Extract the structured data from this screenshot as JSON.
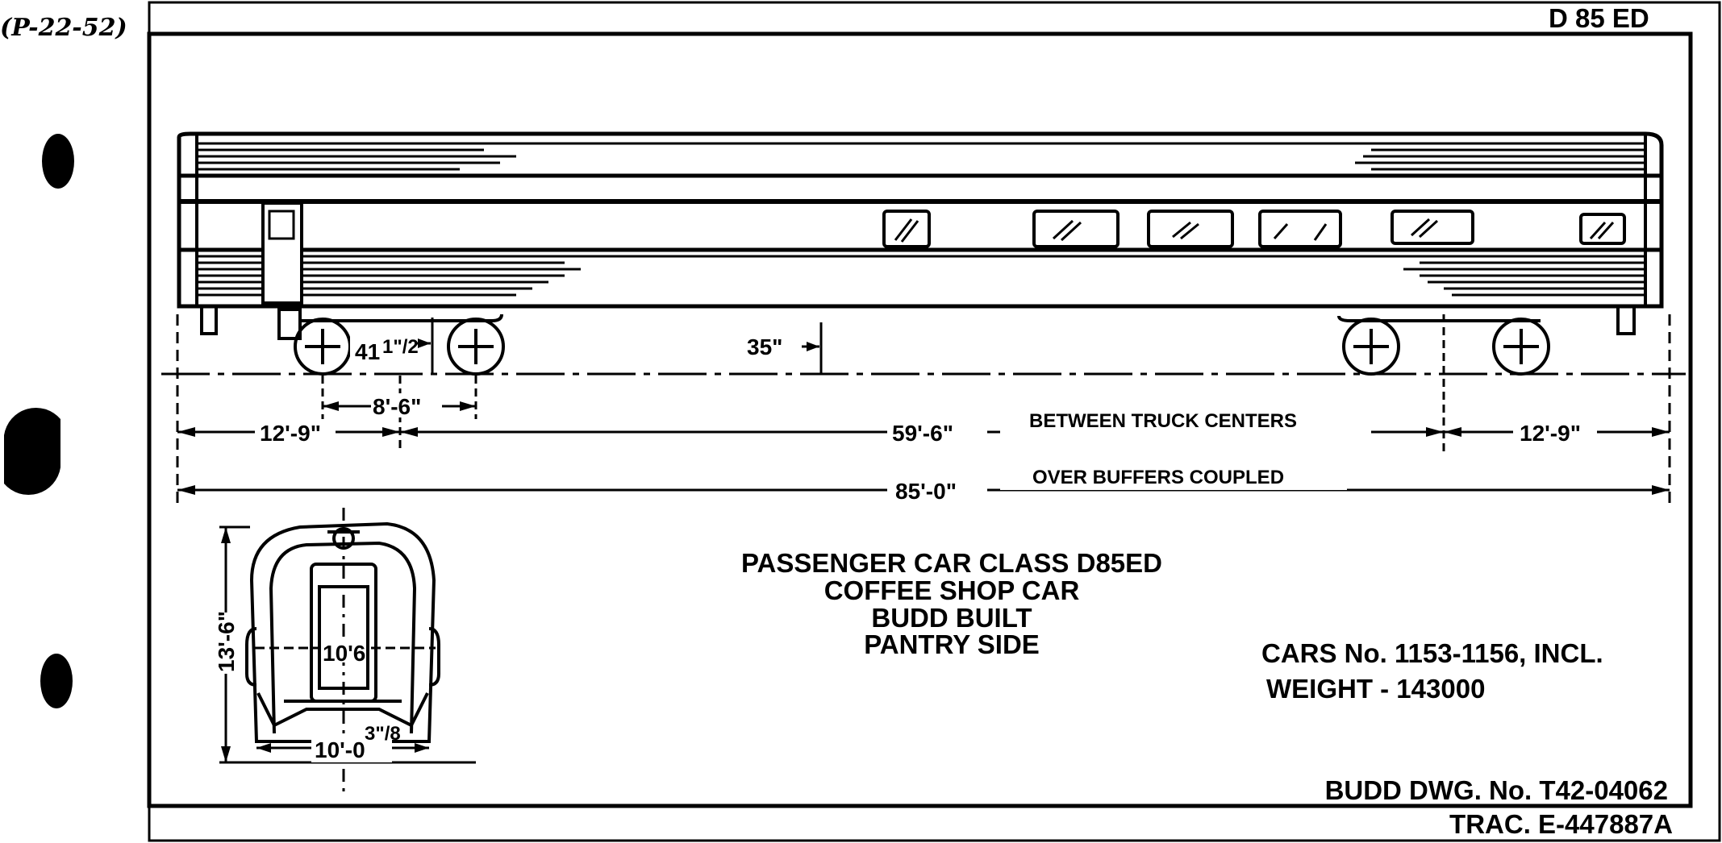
{
  "corner_note": "(P-22-52)",
  "drawing_code": "D 85 ED",
  "title_block": {
    "line1": "PASSENGER CAR CLASS D85ED",
    "line2": "COFFEE SHOP CAR",
    "line3": "BUDD BUILT",
    "line4": "PANTRY SIDE"
  },
  "car_info": {
    "cars": "CARS No. 1153-1156, INCL.",
    "weight": "WEIGHT - 143000"
  },
  "footer": {
    "budd_dwg": "BUDD DWG. No. T42-04062",
    "trac": "TRAC. E-447887A"
  },
  "dimensions": {
    "wheel_height": "41",
    "wheel_height_frac": "1\"/2",
    "axle_spacing": "8'-6\"",
    "floor_height": "35\"",
    "overhang_left": "12'-9\"",
    "truck_centers": "59'-6\"",
    "truck_centers_label": "BETWEEN TRUCK CENTERS",
    "overhang_right": "12'-9\"",
    "overall_length": "85'-0\"",
    "overall_length_label": "OVER BUFFERS COUPLED",
    "end_height": "13'-6\"",
    "end_inner_width": "10'6",
    "end_width": "10'-0",
    "end_width_frac": "3\"/8"
  }
}
